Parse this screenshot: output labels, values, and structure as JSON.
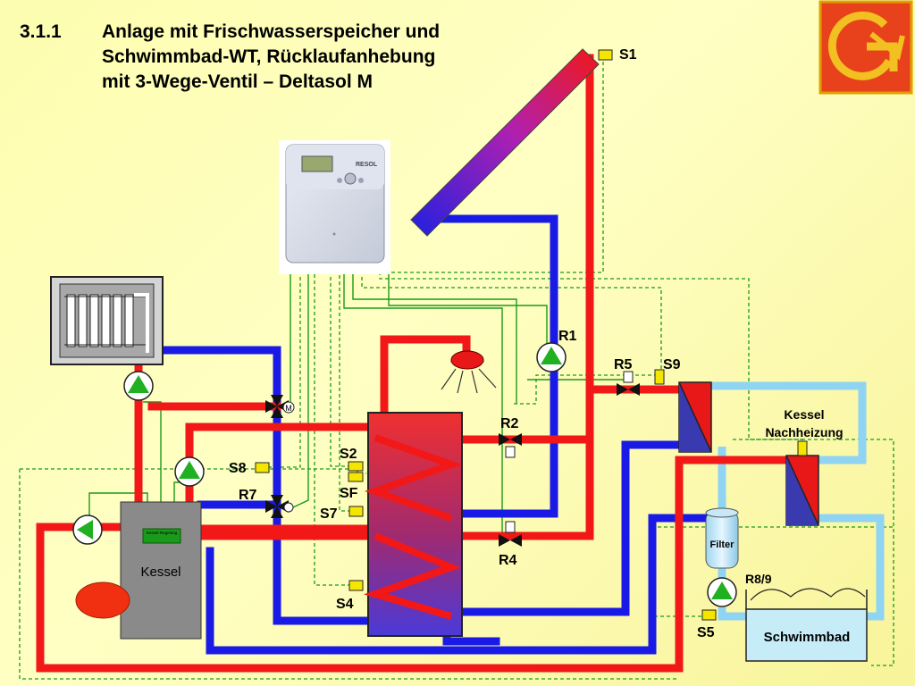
{
  "title": {
    "number": "3.1.1",
    "lines": [
      "Anlage mit Frischwasserspeicher und",
      "Schwimmbad-WT, Rücklaufanhebung",
      "mit 3-Wege-Ventil – Deltasol M"
    ]
  },
  "logo": {
    "letter": "G",
    "color": "#e8421c",
    "border": "#e0a000"
  },
  "controller": {
    "brand": "RESOL"
  },
  "labels": {
    "s1": "S1",
    "s2": "S2",
    "sf": "SF",
    "s4": "S4",
    "s5": "S5",
    "s7": "S7",
    "s8": "S8",
    "s9": "S9",
    "r1": "R1",
    "r2": "R2",
    "r4": "R4",
    "r5": "R5",
    "r7": "R7",
    "r89": "R8/9",
    "m": "M",
    "kessel": "Kessel",
    "kessel_regelung": "Kessel-Regelung",
    "kessel_nachheizung_1": "Kessel",
    "kessel_nachheizung_2": "Nachheizung",
    "filter": "Filter",
    "schwimmbad": "Schwimmbad"
  },
  "colors": {
    "hot": "#f21818",
    "cold": "#1a1ae6",
    "pool": "#8fd4f2",
    "wire": "#1a9a1a"
  }
}
